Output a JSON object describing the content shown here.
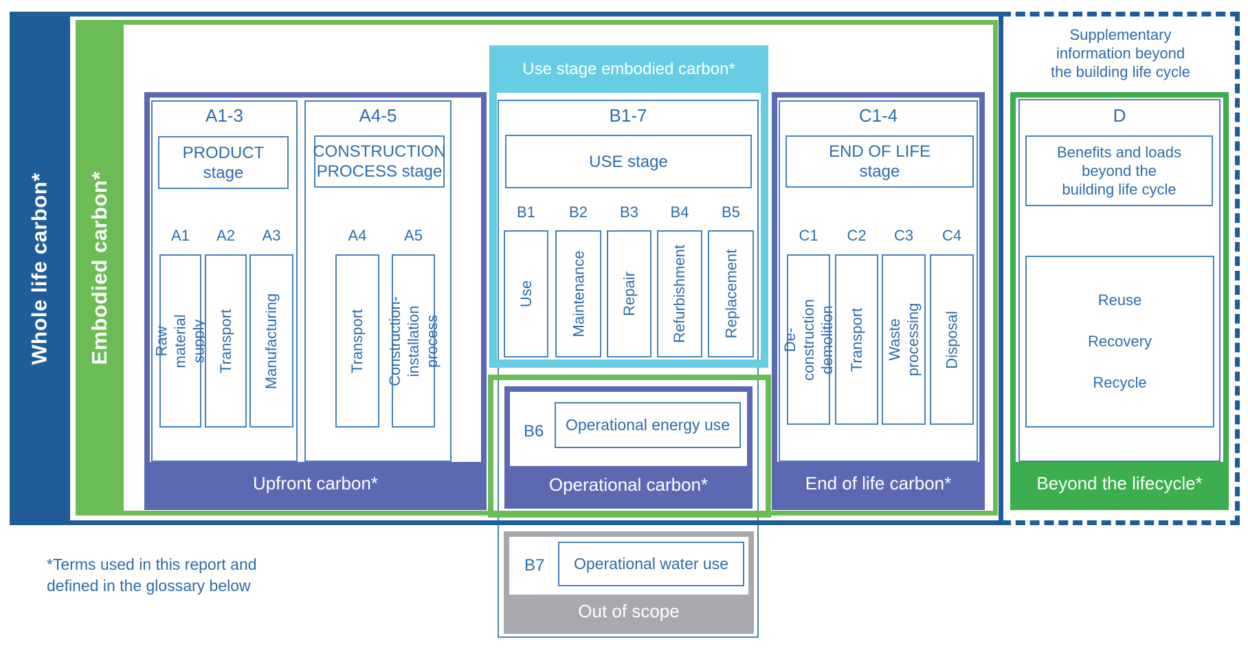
{
  "sidebar": {
    "whole_life": "Whole life carbon*",
    "embodied": "Embodied carbon*"
  },
  "banner": {
    "label": "Use stage embodied carbon*"
  },
  "supplementary": {
    "line1": "Supplementary",
    "line2": "information beyond",
    "line3": "the building life cycle"
  },
  "groups": {
    "a13": {
      "code": "A1-3",
      "stage_line1": "PRODUCT",
      "stage_line2": "stage",
      "modules": [
        {
          "code": "A1",
          "label": "Raw material supply"
        },
        {
          "code": "A2",
          "label": "Transport"
        },
        {
          "code": "A3",
          "label": "Manufacturing"
        }
      ]
    },
    "a45": {
      "code": "A4-5",
      "stage_line1": "CONSTRUCTION",
      "stage_line2": "PROCESS stage",
      "modules": [
        {
          "code": "A4",
          "label": "Transport"
        },
        {
          "code": "A5",
          "label": "Construction- installation process"
        }
      ]
    },
    "b17": {
      "code": "B1-7",
      "stage_line1": "USE stage",
      "modules": [
        {
          "code": "B1",
          "label": "Use"
        },
        {
          "code": "B2",
          "label": "Maintenance"
        },
        {
          "code": "B3",
          "label": "Repair"
        },
        {
          "code": "B4",
          "label": "Refurbishment"
        },
        {
          "code": "B5",
          "label": "Replacement"
        }
      ]
    },
    "c14": {
      "code": "C1-4",
      "stage_line1": "END OF LIFE",
      "stage_line2": "stage",
      "modules": [
        {
          "code": "C1",
          "label": "De-construction demolition"
        },
        {
          "code": "C2",
          "label": "Transport"
        },
        {
          "code": "C3",
          "label": "Waste processing"
        },
        {
          "code": "C4",
          "label": "Disposal"
        }
      ]
    },
    "d": {
      "code": "D",
      "stage_line1": "Benefits and loads",
      "stage_line2": "beyond the",
      "stage_line3": "building life cycle",
      "items": [
        {
          "label": "Reuse"
        },
        {
          "label": "Recovery"
        },
        {
          "label": "Recycle"
        }
      ]
    }
  },
  "operational": {
    "b6_code": "B6",
    "b6_label": "Operational energy use",
    "b7_code": "B7",
    "b7_label": "Operational water use"
  },
  "footers": {
    "upfront": "Upfront carbon*",
    "operational": "Operational carbon*",
    "end_of_life": "End of life carbon*",
    "beyond": "Beyond the lifecycle*",
    "out_of_scope": "Out of scope"
  },
  "footnote": {
    "line1": "*Terms used in this report and",
    "line2": "defined in the glossary below"
  },
  "colors": {
    "dark_blue": "#1e5c9a",
    "indigo": "#5c69b2",
    "light_green": "#6bbc55",
    "bright_green": "#3cae4e",
    "cyan": "#66cde2",
    "gray": "#a7a9ac",
    "thin_border_blue": "#4782bb",
    "text_blue": "#2e6ca8"
  }
}
